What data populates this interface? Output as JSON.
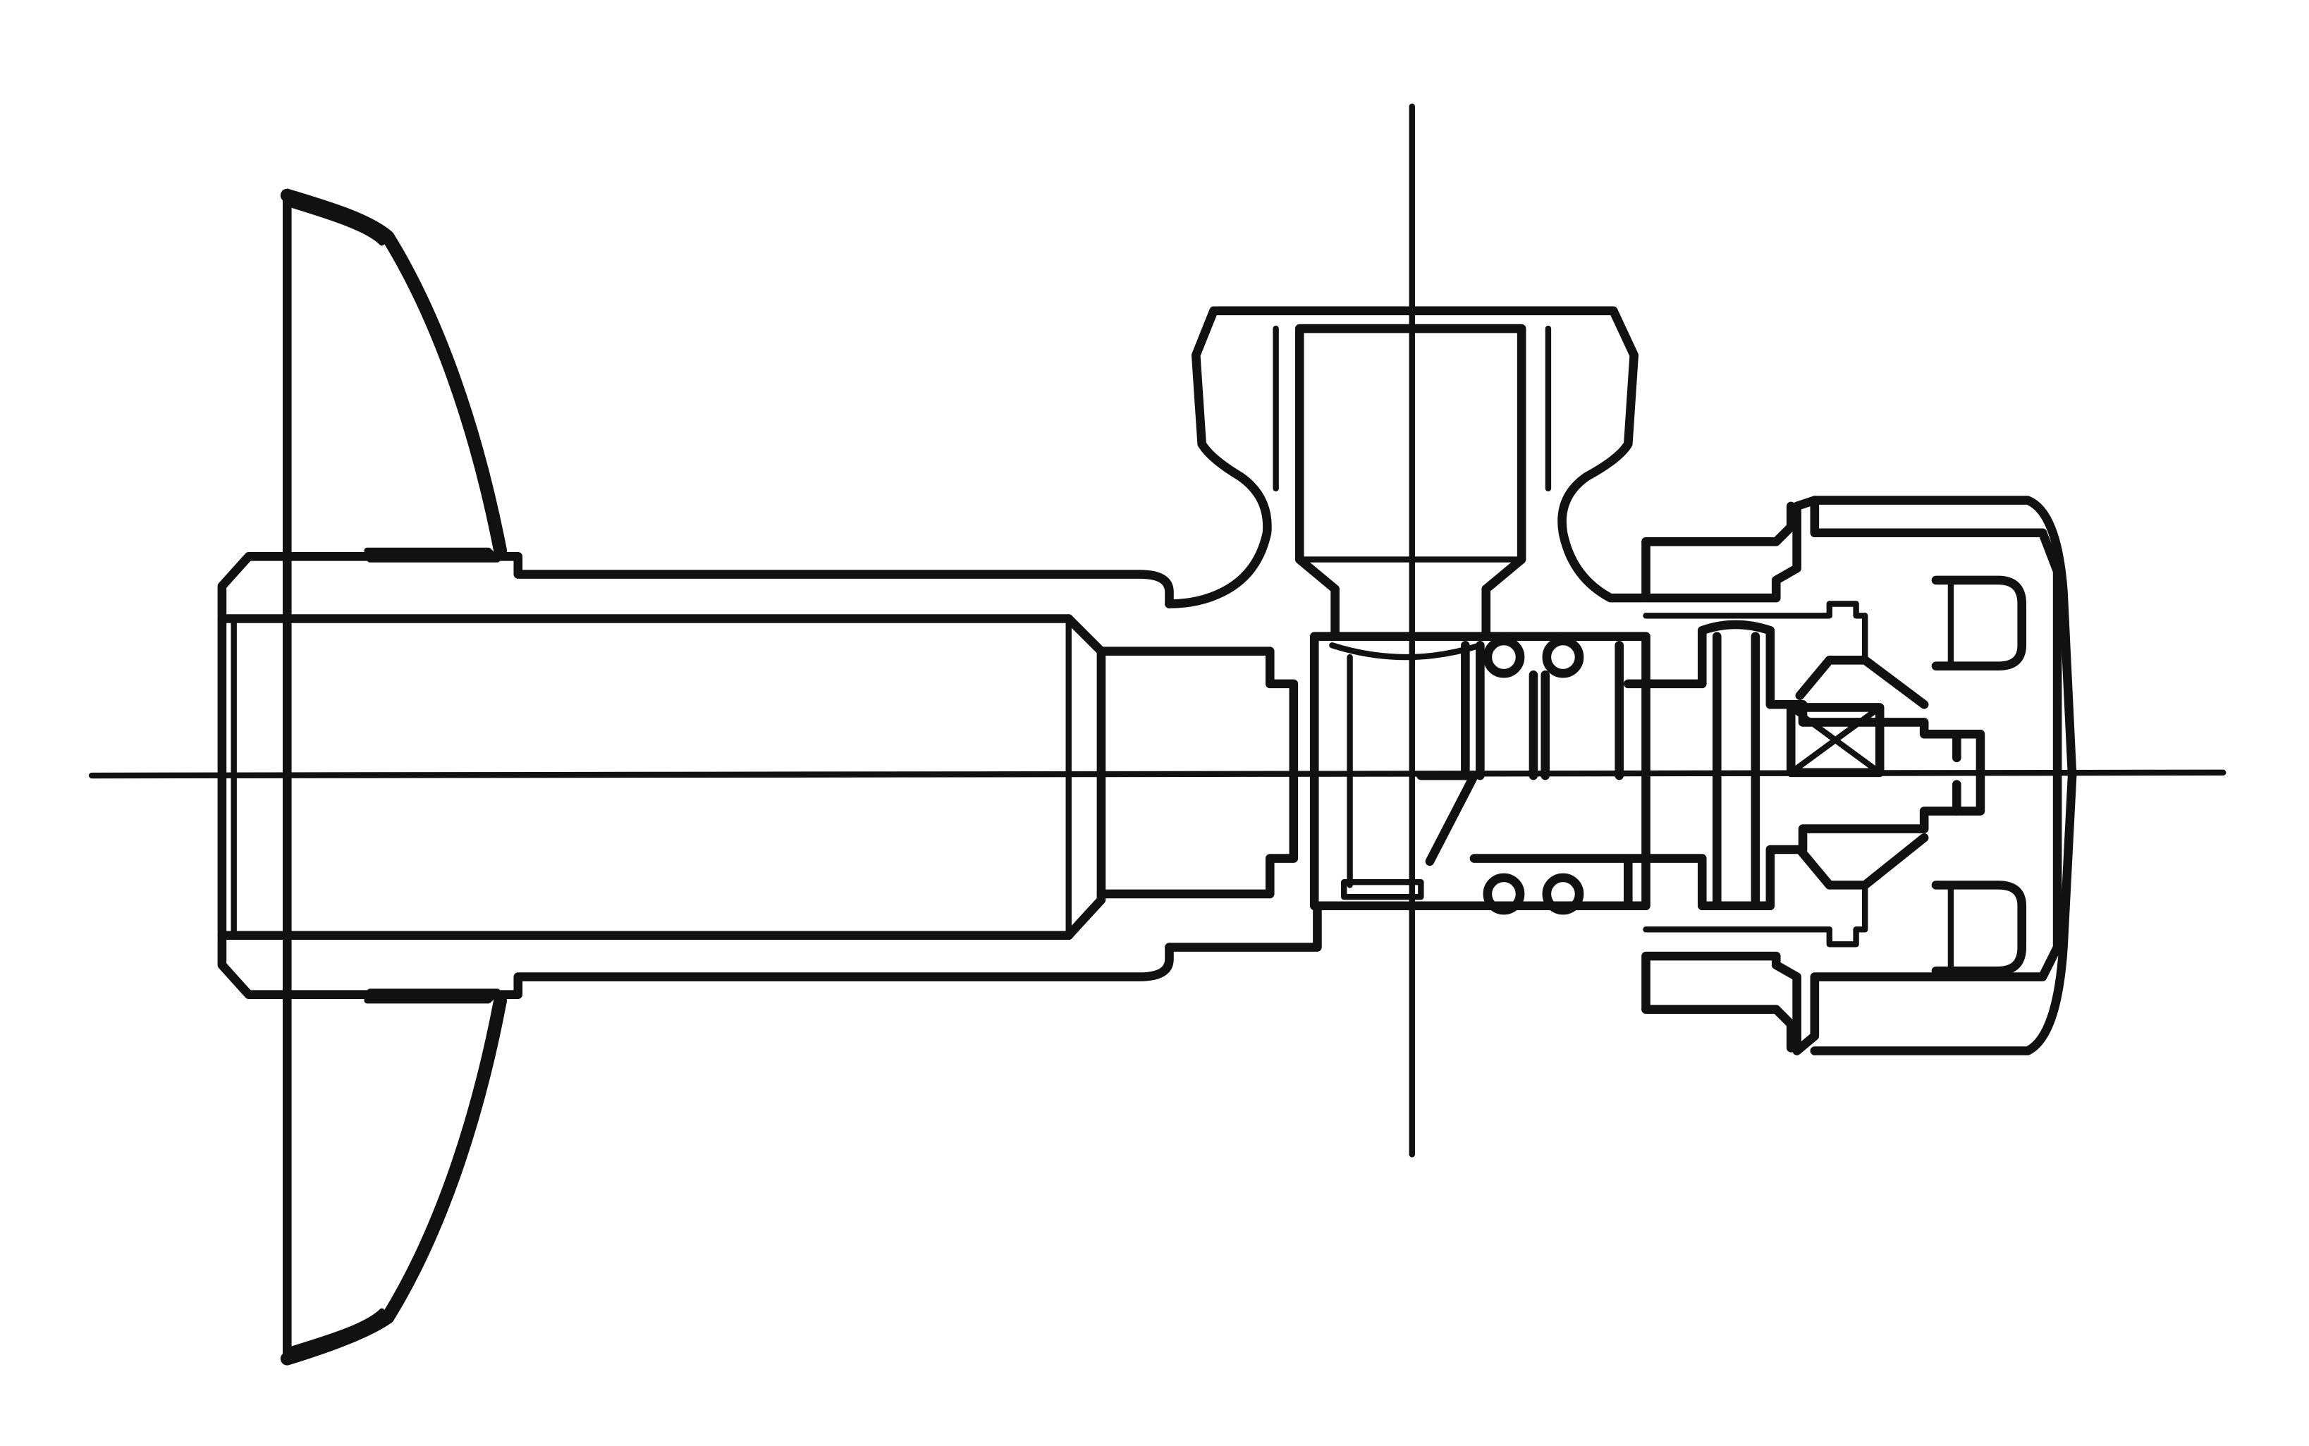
{
  "diagram": {
    "subject": "angle-valve-cross-section",
    "colors": {
      "background": "#ffffff",
      "line": "#111111",
      "centerline": "#111111"
    },
    "parts": [
      "escutcheon-rosette",
      "inlet-pipe",
      "valve-body",
      "outlet-connector",
      "o-rings",
      "valve-stem",
      "handwheel-cap"
    ]
  }
}
